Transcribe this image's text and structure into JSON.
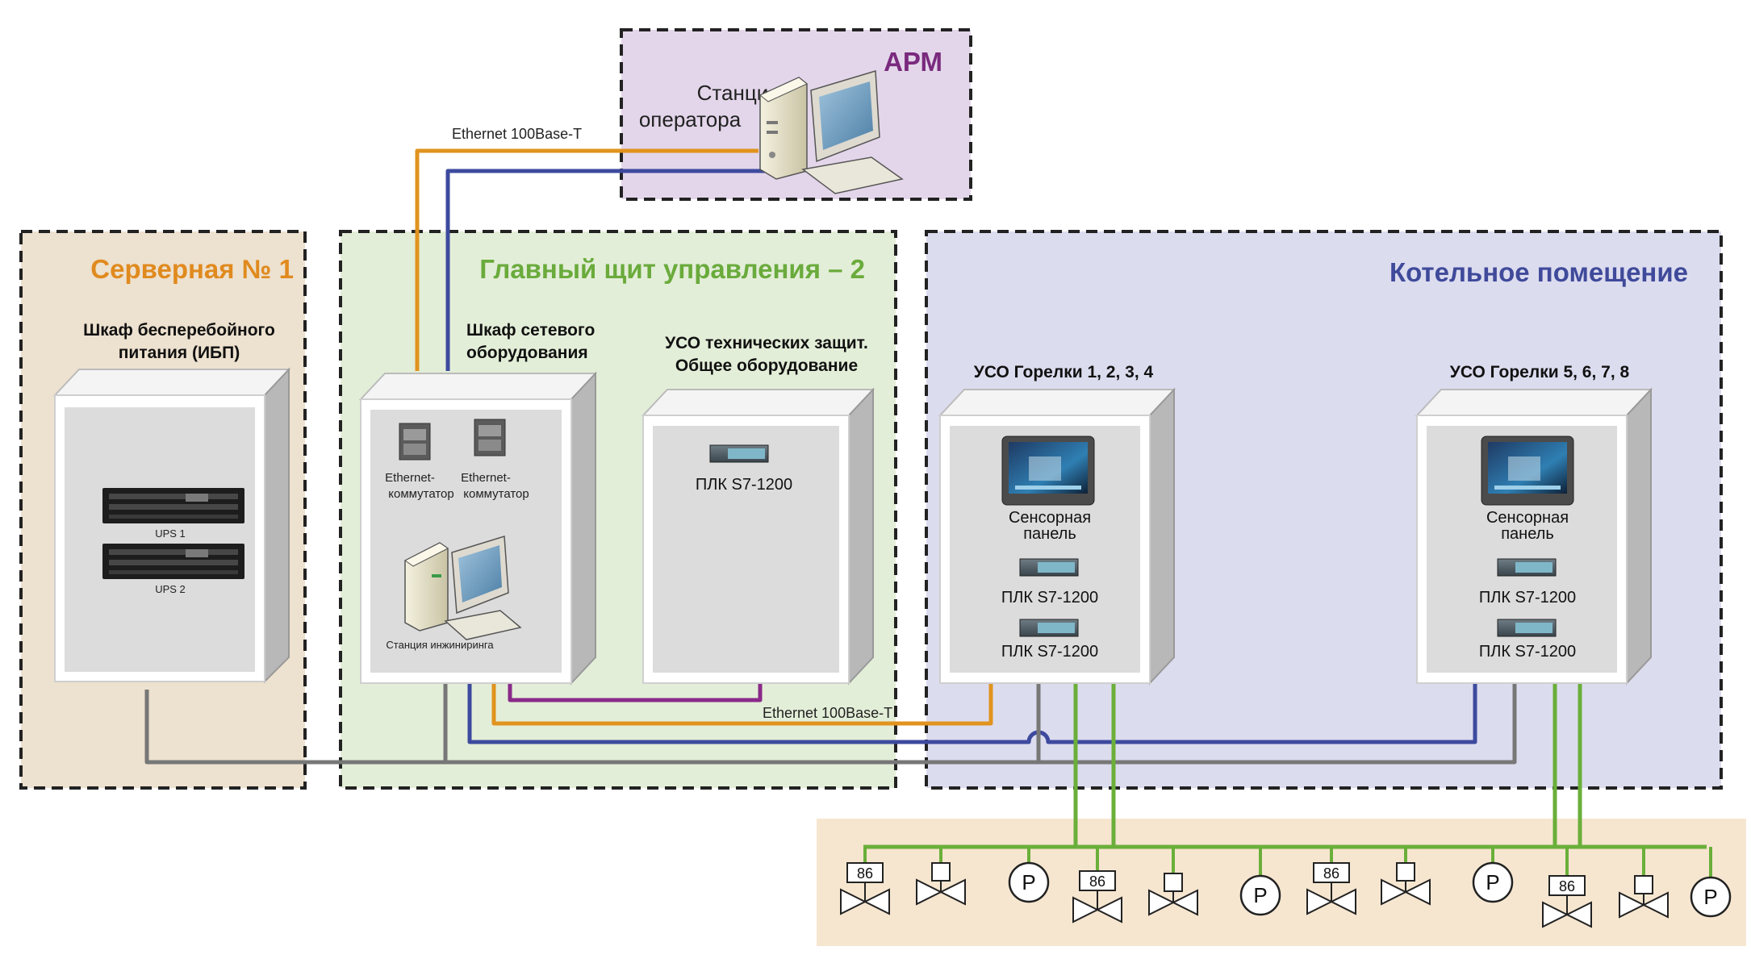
{
  "zones": {
    "arm": {
      "title": "АРМ",
      "color": "#7a2a7e"
    },
    "server": {
      "title": "Серверная № 1",
      "color": "#e08a1e"
    },
    "main_panel": {
      "title": "Главный щит управления – 2",
      "color": "#6aab3c"
    },
    "boiler": {
      "title": "Котельное помещение",
      "color": "#3f4a9a"
    }
  },
  "arm": {
    "station_line1": "Станция",
    "station_line2": "оператора"
  },
  "ethernet": {
    "label_top": "Ethernet 100Base-T",
    "label_bottom": "Ethernet 100Base-T"
  },
  "cabinets": {
    "ups": {
      "title_line1": "Шкаф бесперебойного",
      "title_line2": "питания  (ИБП)",
      "ups1": "UPS 1",
      "ups2": "UPS 2"
    },
    "network": {
      "title_line1": "Шкаф сетевого",
      "title_line2": "оборудования",
      "switch1_line1": "Ethernet-",
      "switch1_line2": "коммутатор",
      "switch2_line1": "Ethernet-",
      "switch2_line2": "коммутатор",
      "eng_station": "Станция инжиниринга"
    },
    "uso_common": {
      "title_line1": "УСО технических защит.",
      "title_line2": "Общее оборудование",
      "plc": "ПЛК S7-1200"
    },
    "burner1": {
      "title": "УСО Горелки 1, 2, 3, 4",
      "panel_line1": "Сенсорная",
      "panel_line2": "панель",
      "plc1": "ПЛК S7-1200",
      "plc2": "ПЛК S7-1200"
    },
    "burner2": {
      "title": "УСО Горелки 5, 6, 7, 8",
      "panel_line1": "Сенсорная",
      "panel_line2": "панель",
      "plc1": "ПЛК S7-1200",
      "plc2": "ПЛК S7-1200"
    }
  },
  "field_devices": {
    "valve_code": "86",
    "pressure_symbol": "P",
    "sequence": [
      "valve-86",
      "valve",
      "pressure",
      "valve-86",
      "valve",
      "pressure",
      "valve-86",
      "valve",
      "pressure",
      "valve-86",
      "valve",
      "pressure"
    ]
  },
  "colors": {
    "orange": "#e0931e",
    "blue": "#3d4a9e",
    "purple": "#8a2a8a",
    "gray": "#777777",
    "green": "#6aaf3a",
    "arm_bg": "#e3d6ea",
    "server_bg": "#ede1cf",
    "main_bg": "#e3eed8",
    "boiler_bg": "#dcdcef",
    "field_bg": "#f6e6d0"
  }
}
